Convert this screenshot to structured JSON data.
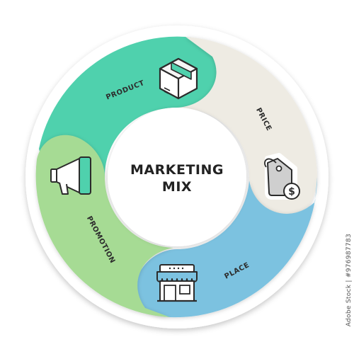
{
  "diagram": {
    "title_line1": "MARKETING",
    "title_line2": "MIX",
    "segments": [
      {
        "key": "product",
        "label": "PRODUCT",
        "color": "#4fd1ad",
        "icon": "box-icon"
      },
      {
        "key": "price",
        "label": "PRICE",
        "color": "#eeebe3",
        "icon": "price-tag-icon"
      },
      {
        "key": "place",
        "label": "PLACE",
        "color": "#7cc2e0",
        "icon": "storefront-icon"
      },
      {
        "key": "promotion",
        "label": "PROMOTION",
        "color": "#a6db94",
        "icon": "megaphone-icon"
      }
    ]
  },
  "stock": {
    "id": "Adobe Stock | #976987783"
  }
}
